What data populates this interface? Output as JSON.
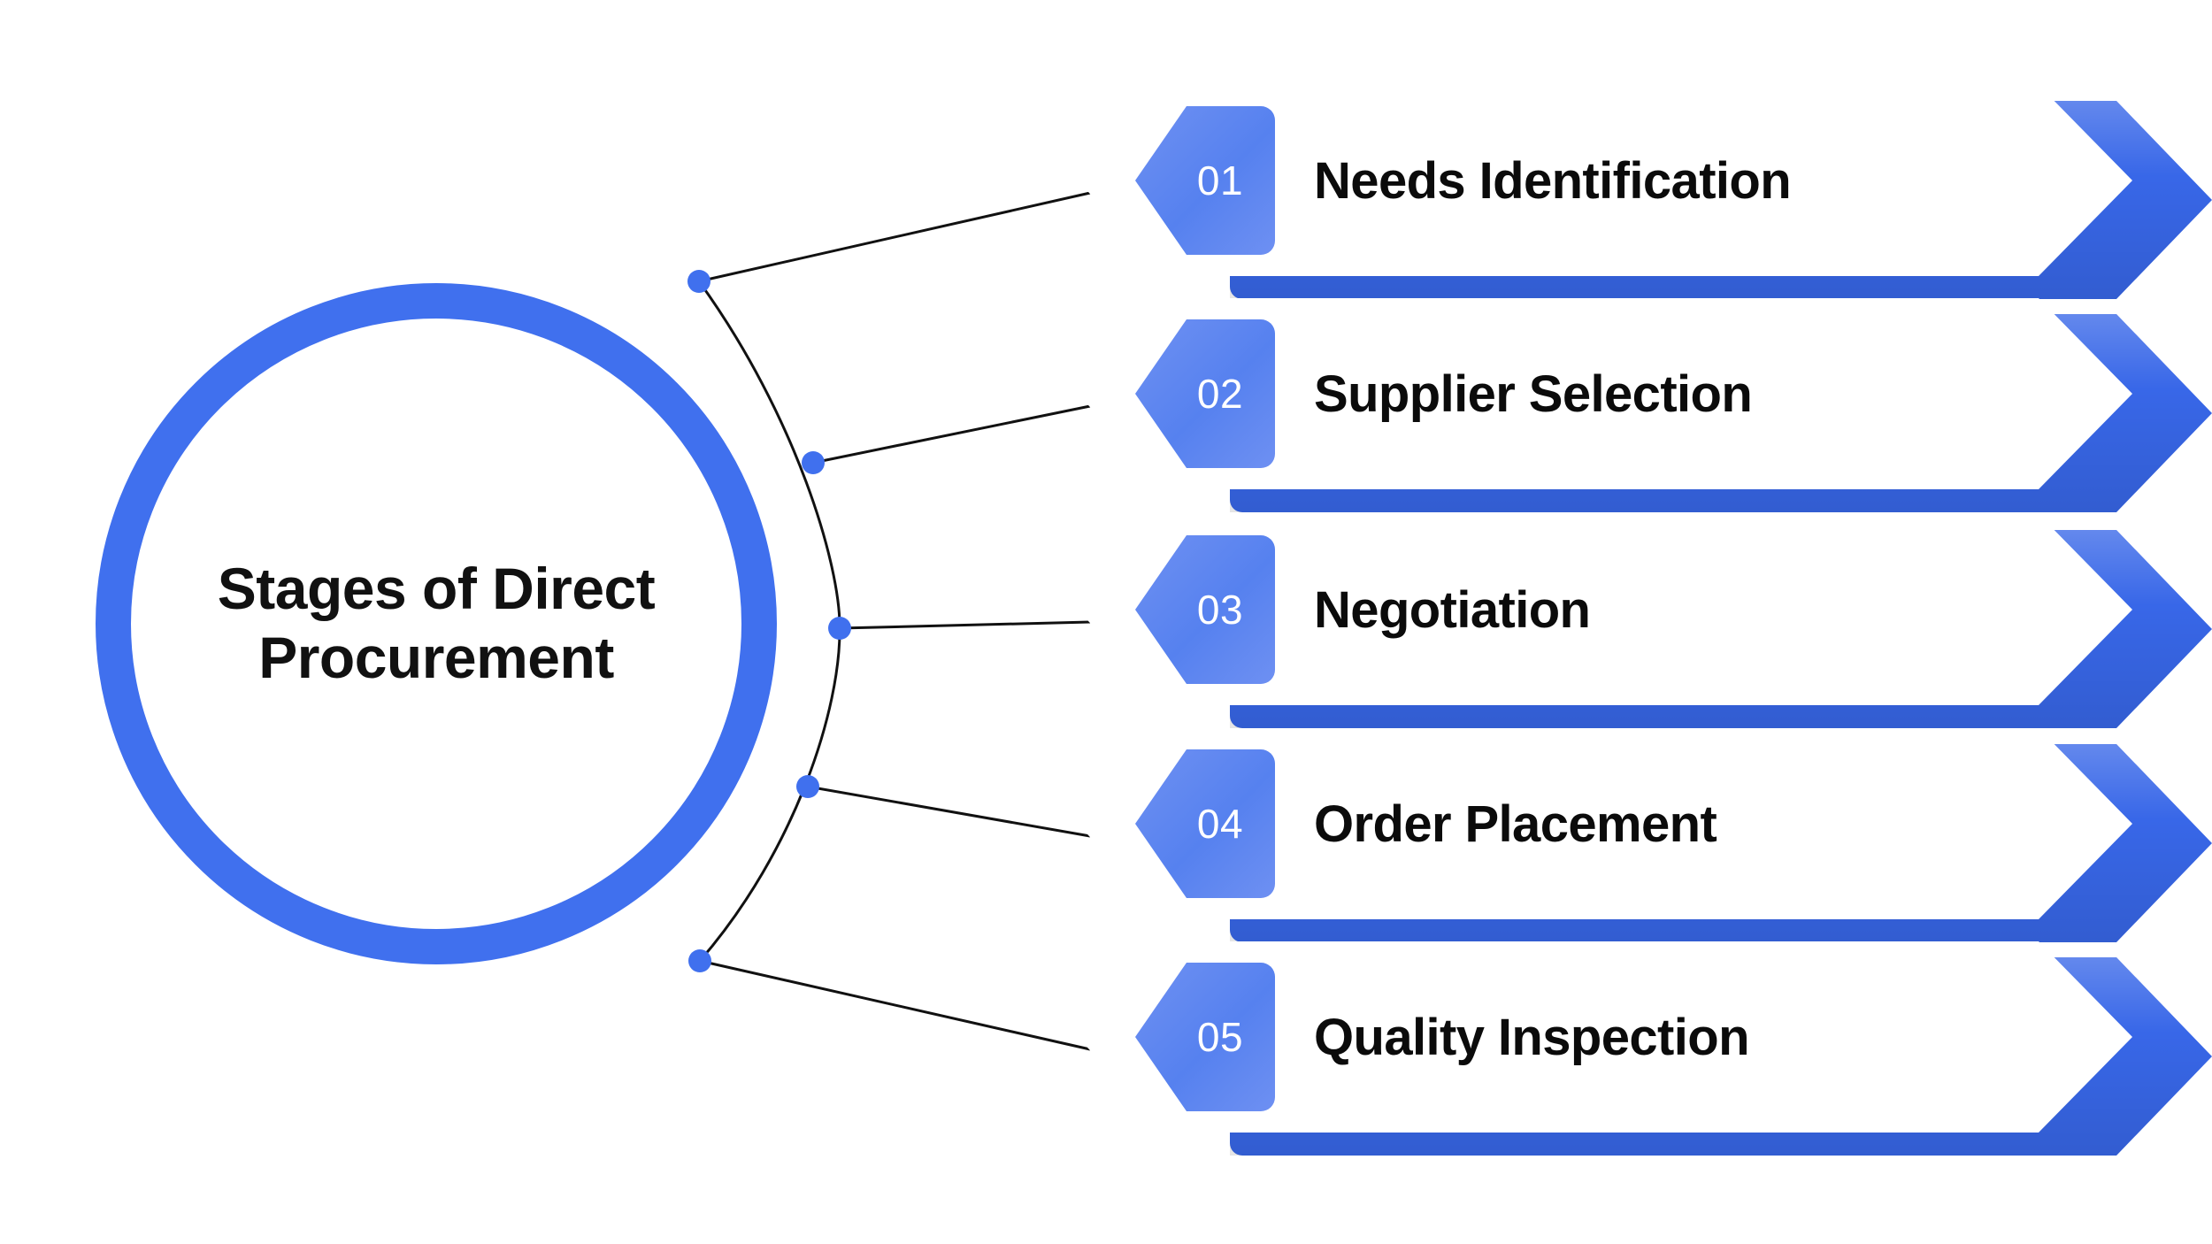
{
  "center": {
    "title": "Stages of Direct\nProcurement",
    "ring_color": "#4070ee"
  },
  "theme": {
    "accent": "#4070ee",
    "accent_dark": "#3867e8",
    "accent_light": "#6287ee",
    "background": "#ffffff",
    "text": "#111111",
    "connector_line": "#000000",
    "connector_dot": "#4070ee"
  },
  "stages": [
    {
      "number": "01",
      "label": "Needs Identification"
    },
    {
      "number": "02",
      "label": "Supplier Selection"
    },
    {
      "number": "03",
      "label": "Negotiation"
    },
    {
      "number": "04",
      "label": "Order Placement"
    },
    {
      "number": "05",
      "label": "Quality Inspection"
    }
  ],
  "chart_data": {
    "type": "diagram",
    "title": "Stages of Direct Procurement",
    "layout": "hub-and-spoke with 5 chevron banners",
    "node_count": 5,
    "labels": [
      "Needs Identification",
      "Supplier Selection",
      "Negotiation",
      "Order Placement",
      "Quality Inspection"
    ],
    "numbers": [
      "01",
      "02",
      "03",
      "04",
      "05"
    ]
  }
}
